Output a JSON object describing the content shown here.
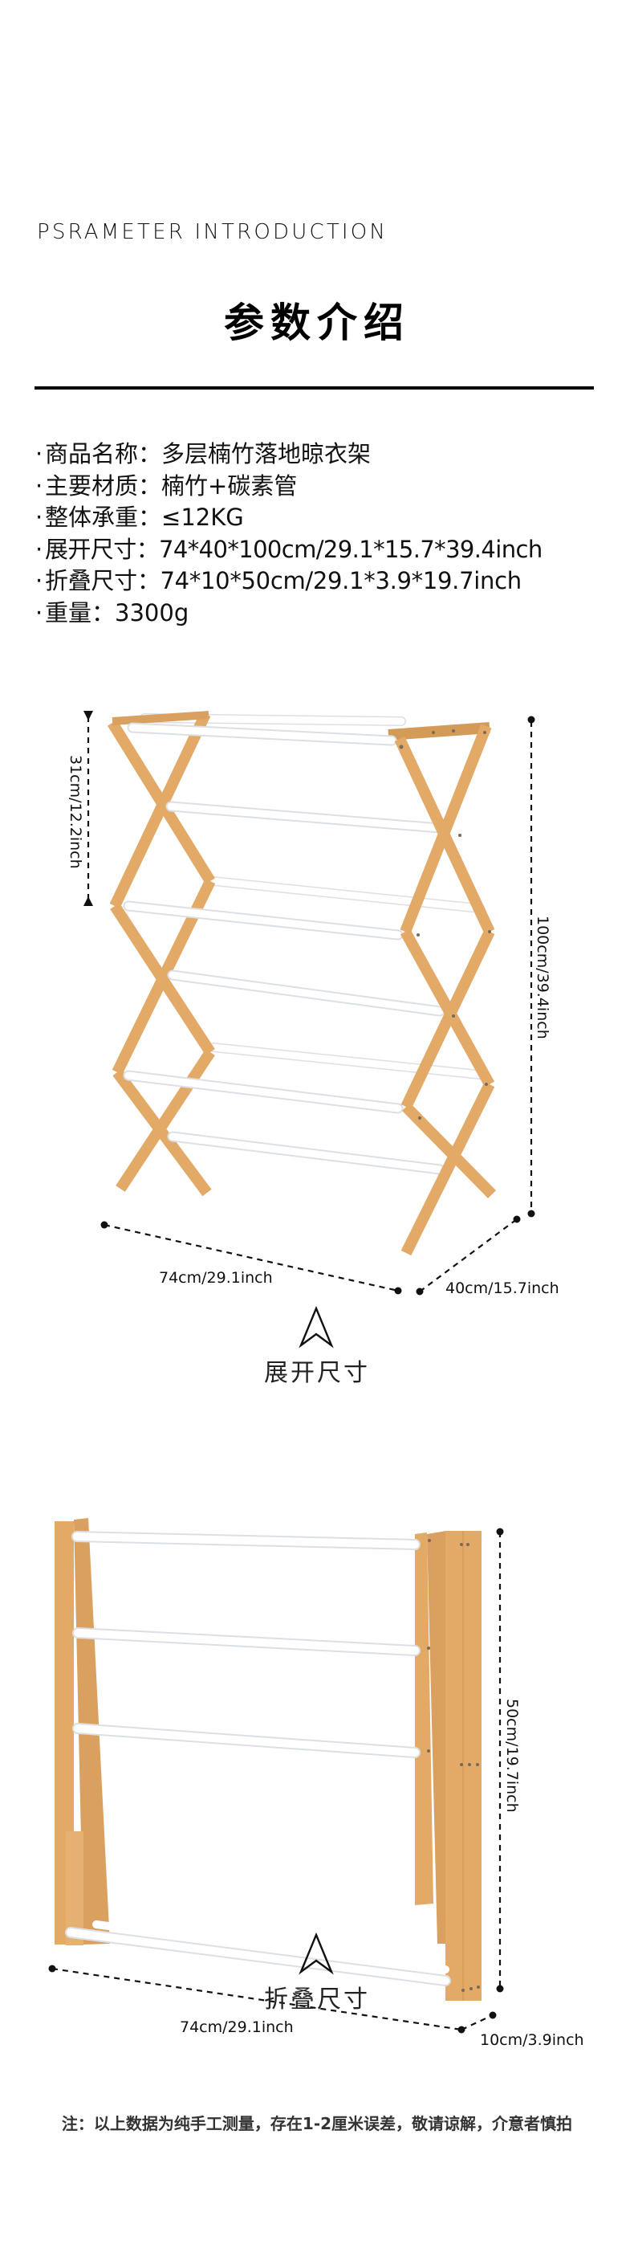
{
  "header": {
    "subtitle": "PSRAMETER  INTRODUCTION",
    "title": "参数介绍"
  },
  "specs": [
    {
      "label": "商品名称",
      "value": "多层楠竹落地晾衣架"
    },
    {
      "label": "主要材质",
      "value": "楠竹+碳素管"
    },
    {
      "label": "整体承重",
      "value": "≤12KG"
    },
    {
      "label": "展开尺寸",
      "value": "74*40*100cm/29.1*15.7*39.4inch"
    },
    {
      "label": "折叠尺寸",
      "value": "74*10*50cm/29.1*3.9*19.7inch"
    },
    {
      "label": "重量",
      "value": "3300g"
    }
  ],
  "spec_separator": "：",
  "spec_bullet": "·",
  "unfolded": {
    "section_label": "展开尺寸",
    "icon": "arrow-up-icon",
    "dimensions": {
      "tier_spacing": "31cm/12.2inch",
      "height": "100cm/39.4inch",
      "width": "74cm/29.1inch",
      "depth": "40cm/15.7inch"
    }
  },
  "folded": {
    "section_label": "折叠尺寸",
    "icon": "arrow-up-icon",
    "dimensions": {
      "height": "50cm/19.7inch",
      "width": "74cm/29.1inch",
      "depth": "10cm/3.9inch"
    }
  },
  "footnote": "注：以上数据为纯手工测量，存在1-2厘米误差，敬请谅解，介意者慎拍",
  "colors": {
    "bamboo": "#E2A967",
    "bamboo_dark": "#C98C48",
    "rod": "#FFFFFF",
    "rod_shade": "#DCE0E4",
    "text": "#111111"
  }
}
